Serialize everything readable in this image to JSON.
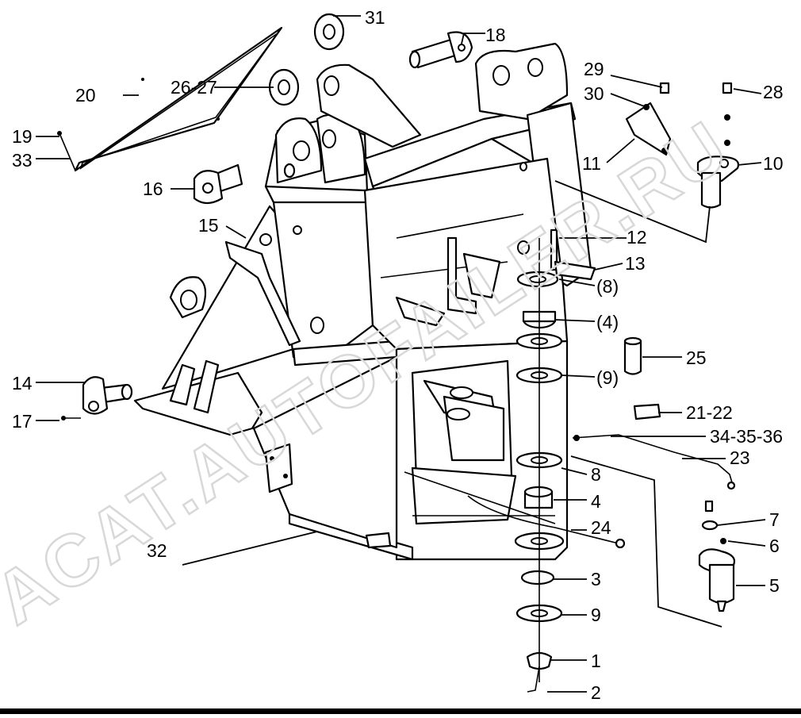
{
  "watermark": "ACAT.AUTOFAILER.RU",
  "callouts": {
    "c1": "1",
    "c2": "2",
    "c3": "3",
    "c4": "4",
    "c5": "5",
    "c6": "6",
    "c7": "7",
    "c8": "8",
    "c9": "9",
    "c10": "10",
    "c11": "11",
    "c12": "12",
    "c13": "13",
    "c14": "14",
    "c15": "15",
    "c16": "16",
    "c17": "17",
    "c18": "18",
    "c19": "19",
    "c20": "20",
    "c2122": "21-22",
    "c23": "23",
    "c24": "24",
    "c25": "25",
    "c2627": "26-27",
    "c28": "28",
    "c29": "29",
    "c30": "30",
    "c31": "31",
    "c32": "32",
    "c33": "33",
    "c343536": "34-35-36",
    "c8p": "(8)",
    "c4p": "(4)",
    "c9p": "(9)"
  }
}
